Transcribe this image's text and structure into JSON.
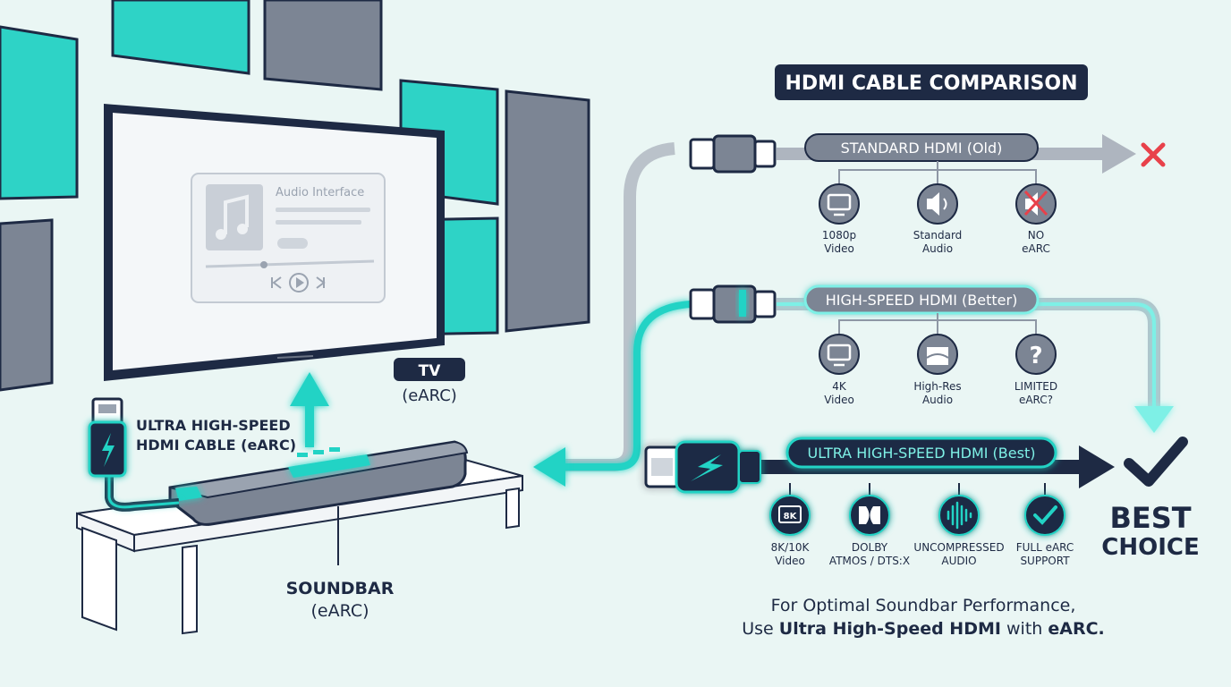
{
  "title": "HDMI CABLE COMPARISON",
  "tv": {
    "screen_title": "Audio Interface",
    "label_line1": "TV",
    "label_line2": "(eARC)"
  },
  "cable_callout": {
    "line1": "ULTRA HIGH-SPEED",
    "line2": "HDMI CABLE (eARC)"
  },
  "soundbar": {
    "label_line1": "SOUNDBAR",
    "label_line2": "(eARC)"
  },
  "tiers": [
    {
      "name": "STANDARD HDMI (Old)",
      "result_icon": "cross-icon",
      "features": [
        {
          "icon": "monitor-icon",
          "line1": "1080p",
          "line2": "Video"
        },
        {
          "icon": "speaker-icon",
          "line1": "Standard",
          "line2": "Audio"
        },
        {
          "icon": "speaker-muted-icon",
          "line1": "NO",
          "line2": "eARC"
        }
      ]
    },
    {
      "name": "HIGH-SPEED HDMI (Better)",
      "result_icon": "arrow-down-icon",
      "features": [
        {
          "icon": "monitor-icon",
          "line1": "4K",
          "line2": "Video"
        },
        {
          "icon": "hires-audio-icon",
          "line1": "High-Res",
          "line2": "Audio"
        },
        {
          "icon": "question-icon",
          "line1": "LIMITED",
          "line2": "eARC?"
        }
      ]
    },
    {
      "name": "ULTRA HIGH-SPEED HDMI (Best)",
      "result_icon": "checkmark-icon",
      "features": [
        {
          "icon": "8k-icon",
          "badge": "8K",
          "line1": "8K/10K",
          "line2": "Video"
        },
        {
          "icon": "dolby-icon",
          "line1": "DOLBY",
          "line2": "ATMOS / DTS:X"
        },
        {
          "icon": "waveform-icon",
          "line1": "UNCOMPRESSED",
          "line2": "AUDIO"
        },
        {
          "icon": "check-circle-icon",
          "line1": "FULL eARC",
          "line2": "SUPPORT"
        }
      ]
    }
  ],
  "best_choice": {
    "line1": "BEST",
    "line2": "CHOICE"
  },
  "footer": {
    "line1": "For Optimal Soundbar Performance,",
    "line2_prefix": "Use ",
    "line2_bold1": "Ultra High-Speed HDMI",
    "line2_mid": " with ",
    "line2_bold2": "eARC."
  },
  "colors": {
    "background": "#eaf6f4",
    "navy": "#1e2a44",
    "teal": "#22d3c5",
    "teal_glow": "#7ef0e6",
    "gray": "#8e97a5",
    "panel_gray": "#7c8594",
    "red": "#e8414a"
  }
}
